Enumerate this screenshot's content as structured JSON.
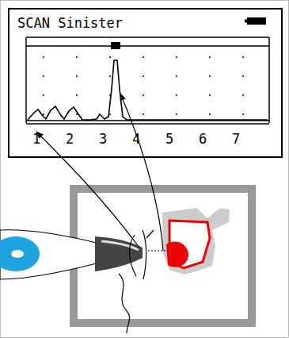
{
  "diagram": {
    "title": "SCAN Sinister",
    "labels": [
      "1",
      "2",
      "3",
      "4",
      "5",
      "6",
      "7"
    ]
  }
}
